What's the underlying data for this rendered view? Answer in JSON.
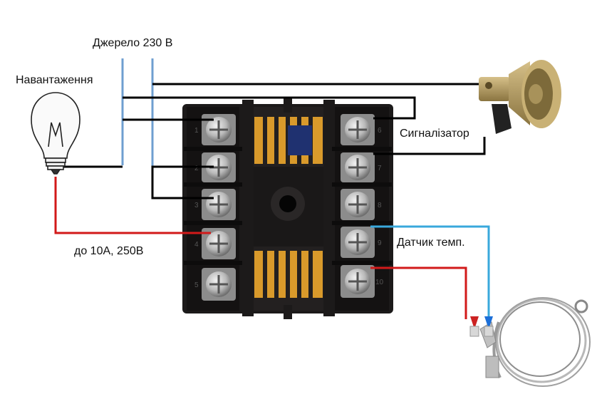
{
  "labels": {
    "source": "Джерело 230 В",
    "load": "Навантаження",
    "alarm": "Сигналізатор",
    "rating": "до 10А, 250В",
    "sensor": "Датчик темп."
  },
  "terminal_numbers_left": [
    "1",
    "2",
    "3",
    "4",
    "5"
  ],
  "terminal_numbers_right": [
    "6",
    "7",
    "8",
    "9",
    "10"
  ],
  "colors": {
    "wire_black": "#000000",
    "wire_blue": "#6f9fd0",
    "wire_red": "#d21a1a",
    "wire_cyan": "#39a8dc",
    "controller_body": "#1c1a1a",
    "screw_metal": "#c9c9c9",
    "siren_body": "#b39a5c"
  },
  "icons": [
    "light-bulb-icon",
    "siren-horn-icon",
    "thermocouple-probe-icon"
  ]
}
